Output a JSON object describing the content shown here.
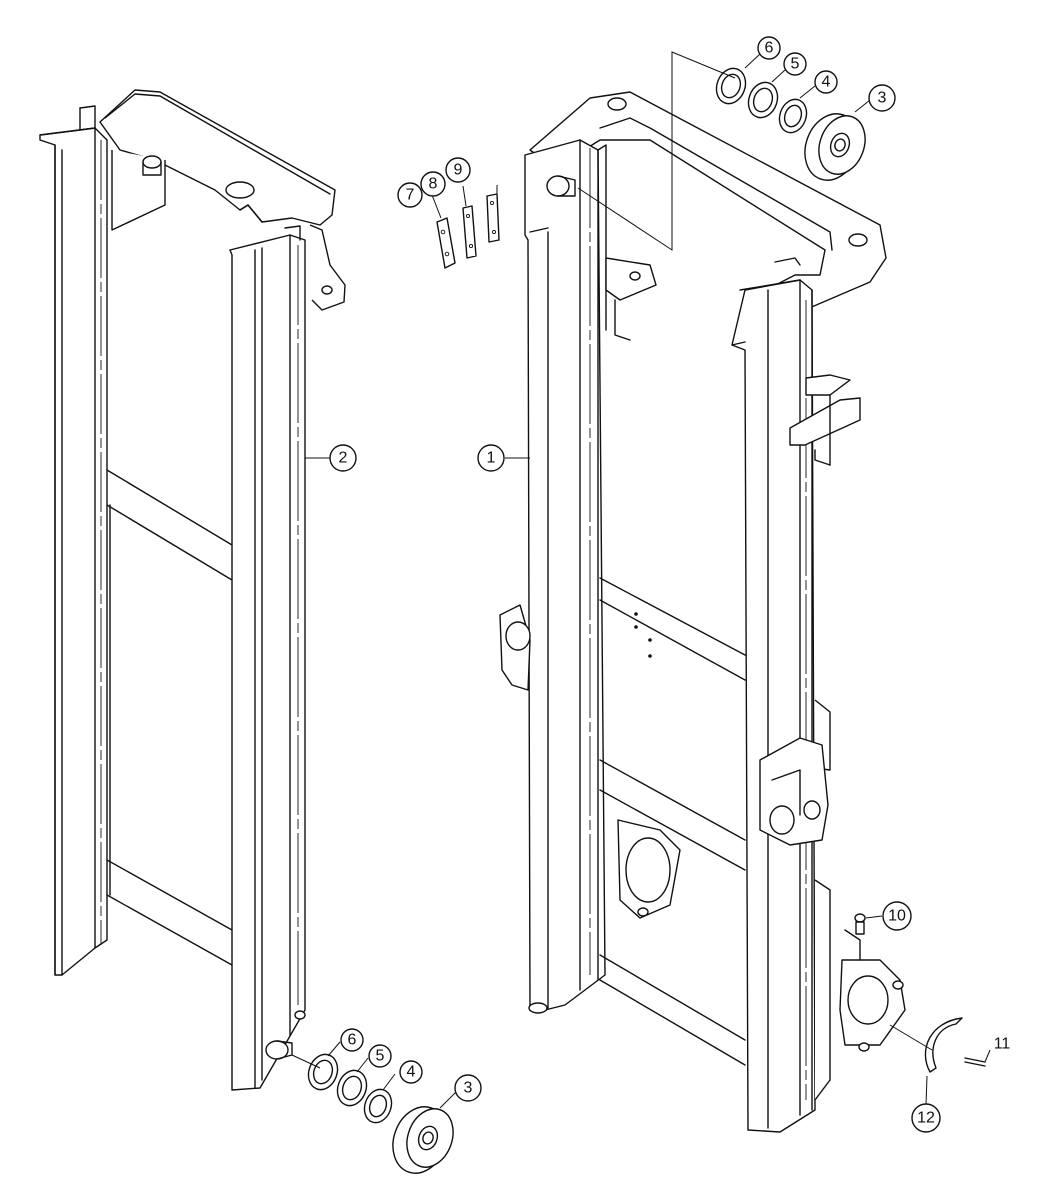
{
  "callouts": {
    "c1": "1",
    "c2": "2",
    "c3a": "3",
    "c4a": "4",
    "c5a": "5",
    "c6a": "6",
    "c3b": "3",
    "c4b": "4",
    "c5b": "5",
    "c6b": "6",
    "c7": "7",
    "c8": "8",
    "c9": "9",
    "c10": "10",
    "c11": "11",
    "c12": "12"
  }
}
